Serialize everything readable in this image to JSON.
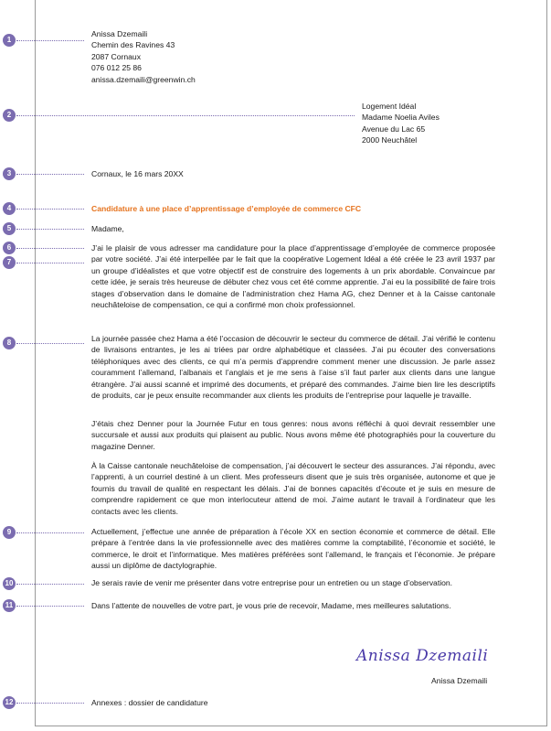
{
  "sender": {
    "name": "Anissa Dzemaili",
    "street": "Chemin des Ravines 43",
    "city": "2087 Cornaux",
    "phone": "076 012 25 86",
    "email": "anissa.dzemaili@greenwin.ch"
  },
  "recipient": {
    "company": "Logement Idéal",
    "contact": "Madame Noelia Aviles",
    "street": "Avenue du Lac 65",
    "city": "2000 Neuchâtel"
  },
  "place_date": "Cornaux, le 16 mars 20XX",
  "subject": "Candidature à une place d’apprentissage d’employée de commerce CFC",
  "salutation": "Madame,",
  "paragraphs": [
    "J’ai le plaisir de vous adresser ma candidature pour la place d’apprentissage d’employée de commerce proposée par votre société. J’ai été interpellée par le fait que la coopérative Logement Idéal a été créée le 23 avril 1937 par un groupe d’idéalistes et que votre objectif est de construire des logements à un prix abordable. Convaincue par cette idée, je serais très heureuse de débuter chez vous cet été comme apprentie. J’ai eu la possibilité de faire trois stages d’observation dans le domaine de l’administration chez Hama AG, chez Denner et à la Caisse cantonale neuchâteloise de compensation, ce qui a confirmé mon choix professionnel.",
    "La journée passée chez Hama a été l’occasion de découvrir le secteur du commerce de détail. J’ai vérifié le contenu de livraisons entrantes, je les ai triées par ordre alphabétique et classées. J’ai pu écouter des conversations téléphoniques avec des clients, ce qui m’a permis d’apprendre comment mener une discussion. Je parle assez couramment l’allemand, l’albanais et l’anglais et je me sens à l’aise s’il faut parler aux clients dans une langue étrangère. J’ai aussi scanné et imprimé des documents, et préparé des commandes. J’aime bien lire les descriptifs de produits, car je peux ensuite recommander aux clients les produits de l’entreprise pour laquelle je travaille.",
    "J’étais chez Denner pour la Journée Futur en tous genres: nous avons réfléchi à quoi devrait ressembler une succursale et aussi aux produits qui plaisent au public. Nous avons même été photographiés pour la couverture du magazine Denner.",
    "À la Caisse cantonale neuchâteloise de compensation, j’ai découvert le secteur des assurances. J’ai répondu, avec l’apprenti, à un courriel destiné à un client. Mes professeurs disent que je suis très organisée, autonome et que je fournis du travail de qualité en respectant les délais. J’ai de bonnes capacités d’écoute et je suis en mesure de comprendre rapidement ce que mon interlocuteur attend de moi. J’aime autant le travail à l’ordinateur que les contacts avec les clients.",
    "Actuellement, j’effectue une année de préparation à l’école XX en section économie et commerce de détail. Elle prépare à l’entrée dans la vie professionnelle avec des matières comme la comptabilité, l’économie et société, le commerce, le droit et l’informatique. Mes matières préférées sont l’allemand, le français et l’économie. Je prépare aussi un diplôme de dactylographie.",
    "Je serais ravie de venir me présenter dans votre entreprise pour un entretien ou un stage d’observation.",
    "Dans l’attente de nouvelles de votre part, je vous prie de recevoir, Madame, mes meilleures salutations."
  ],
  "signature": "Anissa Dzemaili",
  "signature_name": "Anissa Dzemaili",
  "annexes": "Annexes : dossier de candidature",
  "markers": [
    "1",
    "2",
    "3",
    "4",
    "5",
    "6",
    "7",
    "8",
    "9",
    "10",
    "11",
    "12"
  ],
  "accent_color": "#e6731e",
  "marker_color": "#7b6cb0"
}
